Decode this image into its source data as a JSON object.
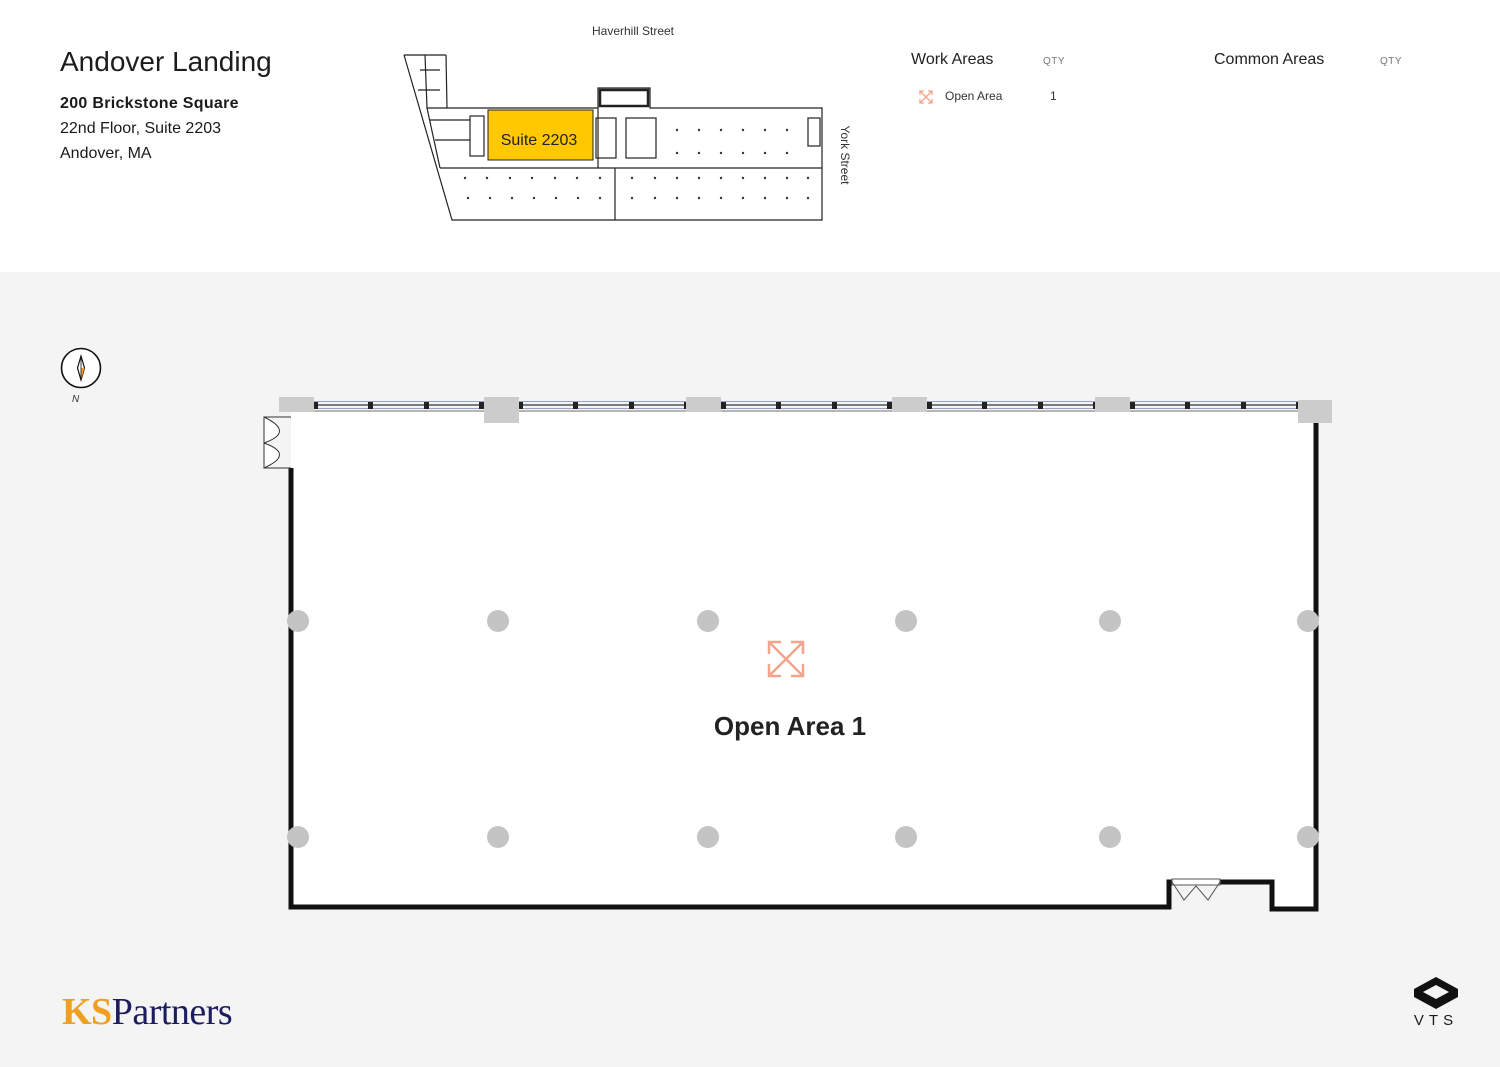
{
  "property": {
    "name": "Andover Landing",
    "address_line1": "200 Brickstone Square",
    "address_line2": "22nd Floor, Suite 2203",
    "address_line3": "Andover, MA"
  },
  "keyplan": {
    "street_top": "Haverhill Street",
    "street_right": "York Street",
    "suite_label": "Suite 2203",
    "suite_color": "#ffc800"
  },
  "legend": {
    "work_areas_title": "Work Areas",
    "work_qty_header": "QTY",
    "common_areas_title": "Common Areas",
    "common_qty_header": "QTY",
    "work_items": [
      {
        "icon": "expand-arrows-icon",
        "label": "Open Area",
        "qty": "1"
      }
    ],
    "icon_color": "#f2a58a"
  },
  "plan": {
    "compass_label": "N",
    "area_label": "Open Area 1",
    "area_icon": "expand-arrows-icon"
  },
  "logos": {
    "ks_part1": "KS",
    "ks_part2": "Partners",
    "vts": "VTS"
  }
}
